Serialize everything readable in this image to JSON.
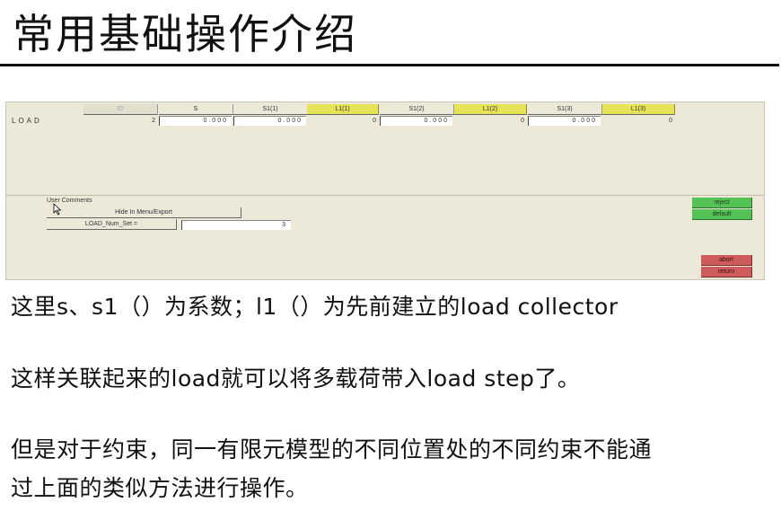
{
  "slide": {
    "title": "常用基础操作介绍"
  },
  "panel": {
    "row_label": "LOAD",
    "columns": [
      {
        "label": "ID",
        "style": "disabled",
        "value": "2",
        "kind": "value"
      },
      {
        "label": "S",
        "style": "plain",
        "value": "0.000",
        "kind": "input"
      },
      {
        "label": "S1(1)",
        "style": "plain",
        "value": "0.000",
        "kind": "input"
      },
      {
        "label": "L1(1)",
        "style": "yellow",
        "value": "0",
        "kind": "value"
      },
      {
        "label": "S1(2)",
        "style": "plain",
        "value": "0.000",
        "kind": "input"
      },
      {
        "label": "L1(2)",
        "style": "yellow",
        "value": "0",
        "kind": "value"
      },
      {
        "label": "S1(3)",
        "style": "plain",
        "value": "0.000",
        "kind": "input"
      },
      {
        "label": "L1(3)",
        "style": "yellow",
        "value": "0",
        "kind": "value"
      }
    ],
    "user_comments_label": "User Comments",
    "hide_button": "Hide In Menu/Export",
    "num_set_button": "LOAD_Num_Set =",
    "num_set_value": "3",
    "buttons": {
      "reject": "reject",
      "default": "default",
      "abort": "abort",
      "return": "return"
    },
    "colors": {
      "background": "#ece9d8",
      "yellow_header": "#e6e356",
      "green_button": "#55c255",
      "red_button": "#cf5c5c"
    }
  },
  "body": {
    "line1": "这里s、s1（）为系数；l1（）为先前建立的load collector",
    "line2": "这样关联起来的load就可以将多载荷带入load step了。",
    "line3a": "但是对于约束，同一有限元模型的不同位置处的不同约束不能通",
    "line3b": "过上面的类似方法进行操作。"
  }
}
